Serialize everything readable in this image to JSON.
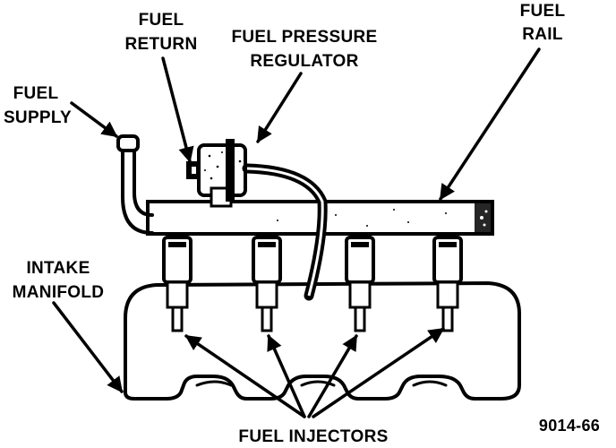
{
  "labels": {
    "fuel_return_1": "FUEL",
    "fuel_return_2": "RETURN",
    "regulator_1": "FUEL PRESSURE",
    "regulator_2": "REGULATOR",
    "fuel_rail_1": "FUEL",
    "fuel_rail_2": "RAIL",
    "fuel_supply_1": "FUEL",
    "fuel_supply_2": "SUPPLY",
    "intake_1": "INTAKE",
    "intake_2": "MANIFOLD",
    "injectors": "FUEL INJECTORS",
    "figure_ref": "9014-66"
  },
  "colors": {
    "ink": "#000000",
    "paper": "#ffffff"
  }
}
